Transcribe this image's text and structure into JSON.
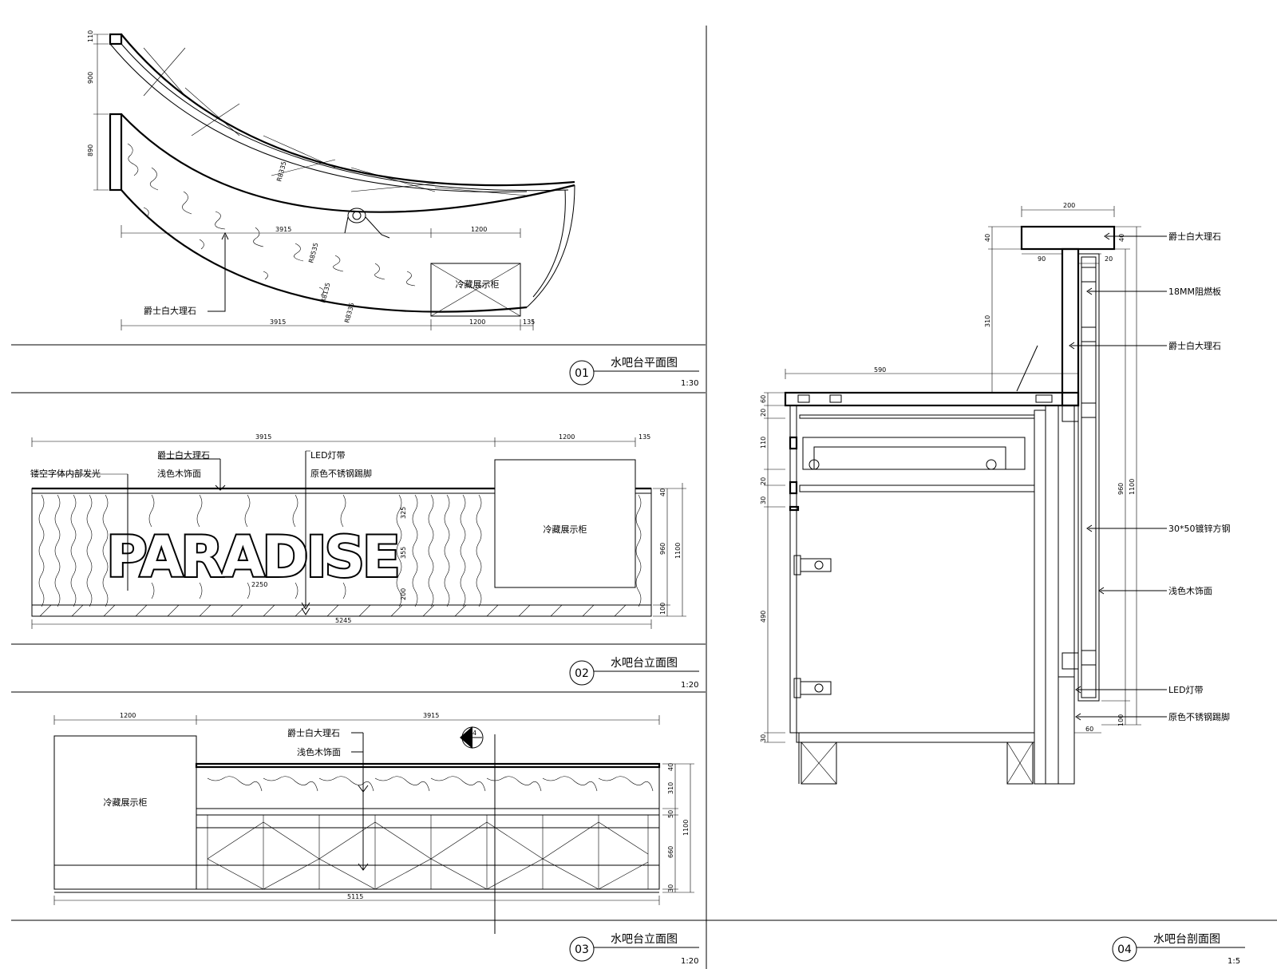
{
  "views": {
    "v01": {
      "num": "01",
      "title": "水吧台平面图",
      "scale": "1:30"
    },
    "v02": {
      "num": "02",
      "title": "水吧台立面图",
      "scale": "1:20"
    },
    "v03": {
      "num": "03",
      "title": "水吧台立面图",
      "scale": "1:20"
    },
    "v04": {
      "num": "04",
      "title": "水吧台剖面图",
      "scale": "1:5"
    }
  },
  "plan": {
    "material": "爵士白大理石",
    "cabinet": "冷藏展示柜",
    "dims": {
      "top1": "110",
      "top2": "900",
      "top3": "890",
      "mid1": "3915",
      "mid2": "1200",
      "bot1": "3915",
      "bot2": "1200",
      "bot3": "135",
      "r1": "R8335",
      "r2": "R8535",
      "r3": "R8135",
      "r4": "R8335"
    }
  },
  "elev02": {
    "brand": "PARADISE",
    "cabinet": "冷藏展示柜",
    "labels": {
      "marble": "爵士白大理石",
      "wood": "浅色木饰面",
      "hollow": "镂空字体内部发光",
      "led": "LED灯带",
      "steel": "原色不锈钢踢脚"
    },
    "dims": {
      "top1": "3915",
      "top2": "1200",
      "top3": "135",
      "h960": "960",
      "h1100": "1100",
      "h100": "100",
      "h40": "40",
      "total": "5245",
      "w2250": "2250",
      "v325": "325",
      "v355": "355",
      "v200": "200"
    }
  },
  "elev03": {
    "cabinet": "冷藏展示柜",
    "section_mark": "04",
    "labels": {
      "marble": "爵士白大理石",
      "wood": "浅色木饰面"
    },
    "dims": {
      "top1": "1200",
      "top2": "3915",
      "h40": "40",
      "h310": "310",
      "h50": "50",
      "h660": "660",
      "h30": "30",
      "h1100": "1100",
      "total": "5115"
    }
  },
  "section04": {
    "labels": {
      "marble1": "爵士白大理石",
      "board": "18MM阻燃板",
      "marble2": "爵士白大理石",
      "steel": "30*50镀锌方钢",
      "wood": "浅色木饰面",
      "led": "LED灯带",
      "kick": "原色不锈钢踢脚"
    },
    "dims": {
      "w200": "200",
      "h40": "40",
      "h40b": "40",
      "w90": "90",
      "w20": "20",
      "h310": "310",
      "w590": "590",
      "h60": "60",
      "h20": "20",
      "h110": "110",
      "h20b": "20",
      "h30": "30",
      "h490": "490",
      "h30b": "30",
      "h960": "960",
      "h1100": "1100",
      "w60": "60",
      "h100": "100"
    }
  }
}
